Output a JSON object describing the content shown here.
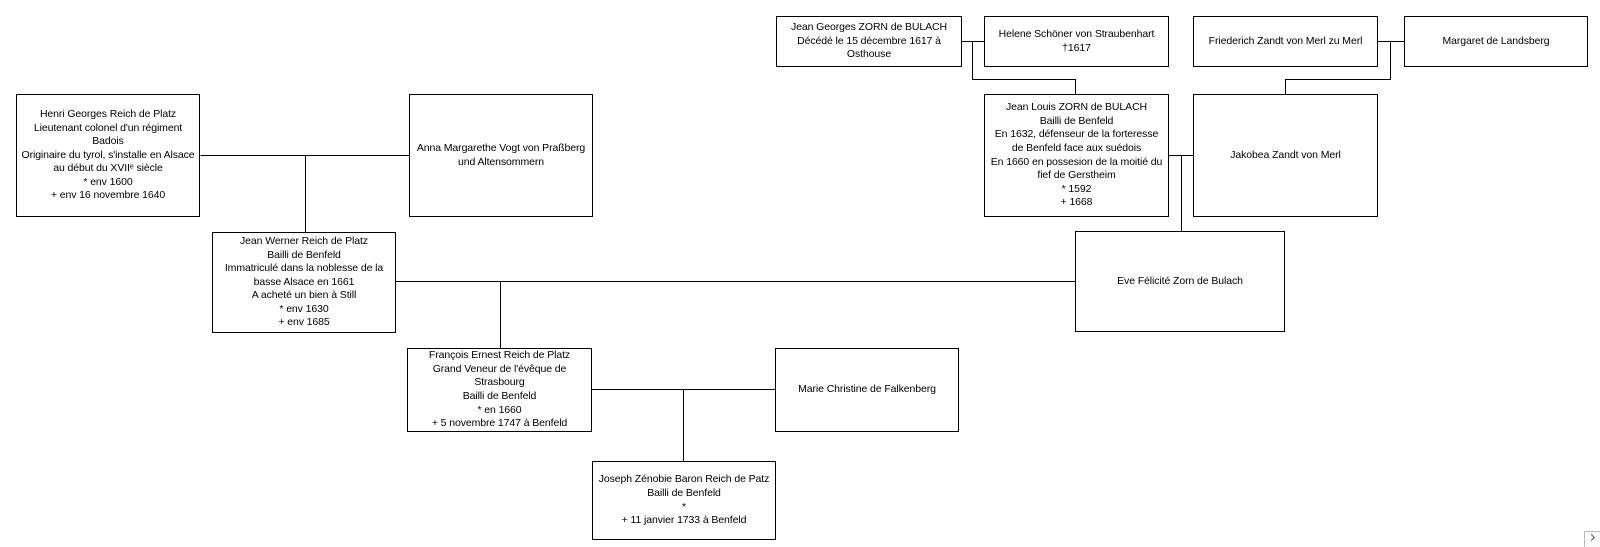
{
  "persons": {
    "henri": [
      "Henri Georges Reich de Platz",
      "Lieutenant colonel d'un régiment Badois",
      "Originaire du tyrol, s'installe en Alsace au début du XVIIᵉ siècle",
      "* env 1600",
      "+ env 16 novembre 1640"
    ],
    "anna": [
      "Anna Margarethe Vogt von Praßberg und Altensommern"
    ],
    "jeanwerner": [
      "Jean Werner Reich de Platz",
      "Bailli de Benfeld",
      "Immatriculé dans la noblesse de la basse Alsace en 1661",
      "A acheté un bien à Still",
      "* env 1630",
      "+ env 1685"
    ],
    "francois": [
      "François Ernest Reich de Platz",
      "Grand Veneur de l'évêque de Strasbourg",
      "Bailli de Benfeld",
      "* en 1660",
      "+ 5 novembre 1747 à Benfeld"
    ],
    "marie": [
      "Marie Christine de Falkenberg"
    ],
    "joseph": [
      "Joseph Zénobie Baron Reich de Patz",
      "Bailli de Benfeld",
      "*",
      "+ 11 janvier 1733 à Benfeld"
    ],
    "jeangeorges": [
      "Jean Georges ZORN de BULACH",
      "Décédé le 15 décembre 1617 à Osthouse"
    ],
    "helene": [
      "Helene Schöner von Straubenhart",
      "†1617"
    ],
    "friederich": [
      "Friederich Zandt von Merl zu Merl"
    ],
    "margaret": [
      "Margaret de Landsberg"
    ],
    "jeanlouis": [
      "Jean Louis ZORN de BULACH",
      "Bailli de Benfeld",
      "En 1632, défenseur de la forteresse de Benfeld face aux suédois",
      "En 1660 en possesion de la moitié du fief de Gerstheim",
      "* 1592",
      "+ 1668"
    ],
    "jakobea": [
      "Jakobea Zandt von Merl"
    ],
    "eve": [
      "Eve Félicité Zorn de Bulach"
    ]
  },
  "colors": {
    "line": "#000000",
    "box_border": "#000000",
    "background": "#ffffff"
  }
}
